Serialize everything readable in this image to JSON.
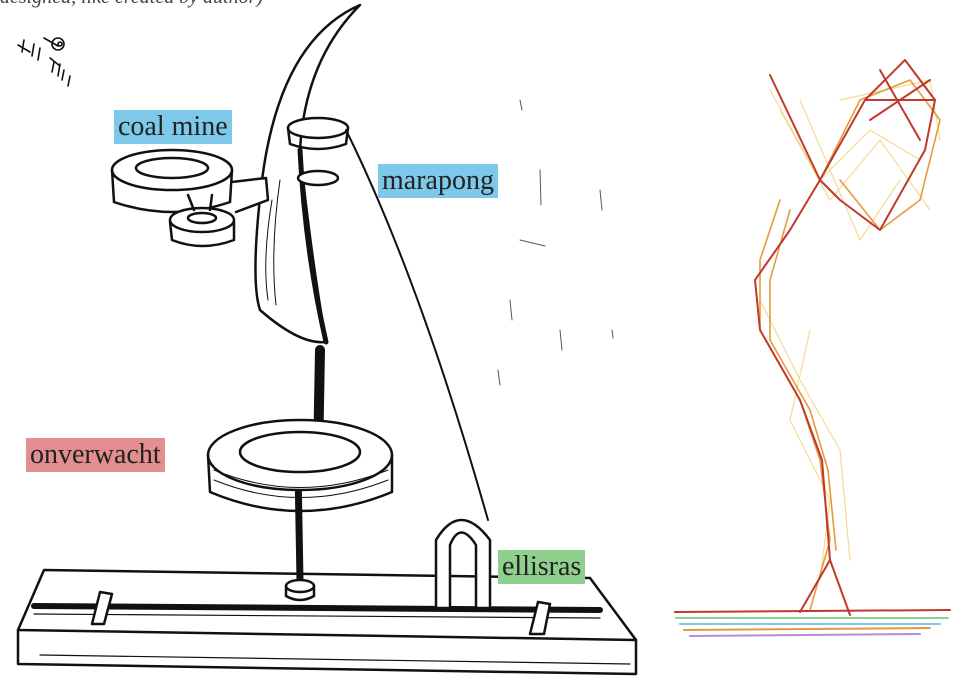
{
  "caption": "designed, like created by author)",
  "labels": {
    "coal_mine": {
      "text": "coal mine",
      "color": "#7ec9ea"
    },
    "marapong": {
      "text": "marapong",
      "color": "#7ec9ea"
    },
    "onverwacht": {
      "text": "onverwacht",
      "color": "#e38f91"
    },
    "ellisras": {
      "text": "ellisras",
      "color": "#8fd08f"
    }
  },
  "colors": {
    "ink": "#111111",
    "wire_red": "#c0392b",
    "wire_orange": "#e59a3c",
    "wire_yellow": "#f2d27a"
  }
}
